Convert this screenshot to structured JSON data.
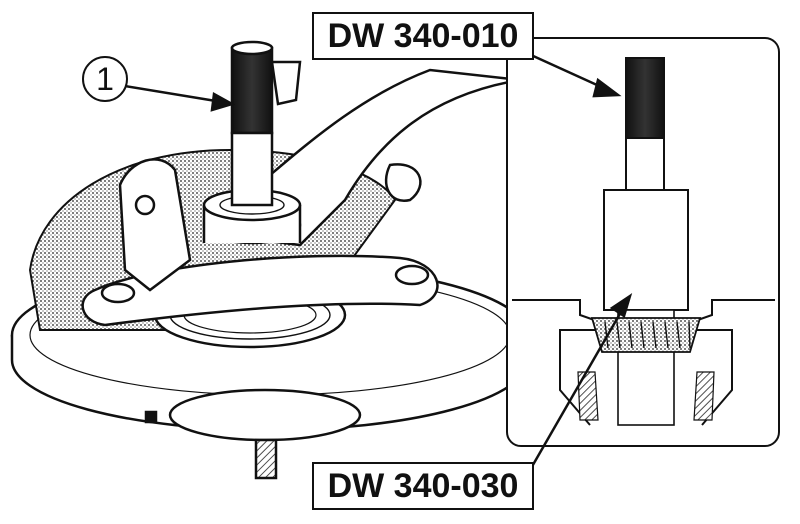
{
  "callout": {
    "number": "1"
  },
  "labels": {
    "tool_top": "DW 340-010",
    "tool_bottom": "DW 340-030"
  },
  "colors": {
    "ink": "#111111",
    "paper": "#ffffff",
    "shade": "#555555"
  }
}
